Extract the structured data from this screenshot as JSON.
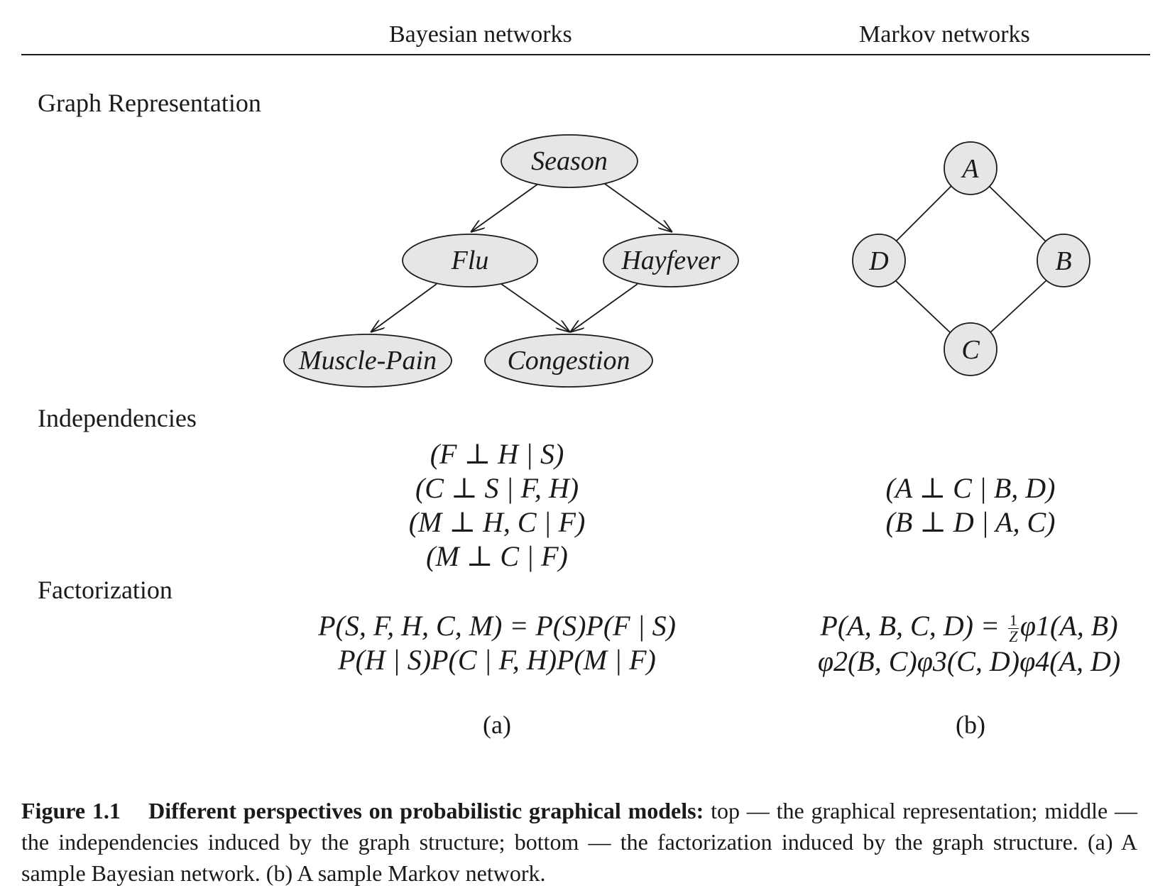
{
  "header": {
    "bayesian": "Bayesian networks",
    "markov": "Markov networks"
  },
  "rows": {
    "graph": "Graph Representation",
    "independencies": "Independencies",
    "factorization": "Factorization"
  },
  "bayes_graph": {
    "nodes": {
      "season": "Season",
      "flu": "Flu",
      "hayfever": "Hayfever",
      "muscle_pain": "Muscle-Pain",
      "congestion": "Congestion"
    }
  },
  "markov_graph": {
    "nodes": {
      "a": "A",
      "b": "B",
      "c": "C",
      "d": "D"
    }
  },
  "bayes_independencies": [
    "(F ⊥ H | S)",
    "(C ⊥ S | F, H)",
    "(M ⊥ H, C | F)",
    "(M ⊥ C | F)"
  ],
  "markov_independencies": [
    "(A ⊥ C | B, D)",
    "(B ⊥ D | A, C)"
  ],
  "bayes_factorization": [
    "P(S, F, H, C, M) = P(S)P(F | S)",
    "P(H | S)P(C | F, H)P(M | F)"
  ],
  "markov_factorization": {
    "line1_lhs": "P(A, B, C, D) =",
    "frac_num": "1",
    "frac_den": "Z",
    "line1_rhs": "φ1(A, B)",
    "line2": "φ2(B, C)φ3(C, D)φ4(A, D)"
  },
  "sublabels": {
    "a": "(a)",
    "b": "(b)"
  },
  "caption": {
    "figure": "Figure 1.1",
    "title": "Different perspectives on probabilistic graphical models:",
    "text": "top — the graphical representation; middle — the independencies induced by the graph structure; bottom — the factorization induced by the graph structure. (a) A sample Bayesian network. (b) A sample Markov network."
  },
  "colors": {
    "node_fill": "#e6e6e6",
    "ink": "#1a1a1a"
  }
}
